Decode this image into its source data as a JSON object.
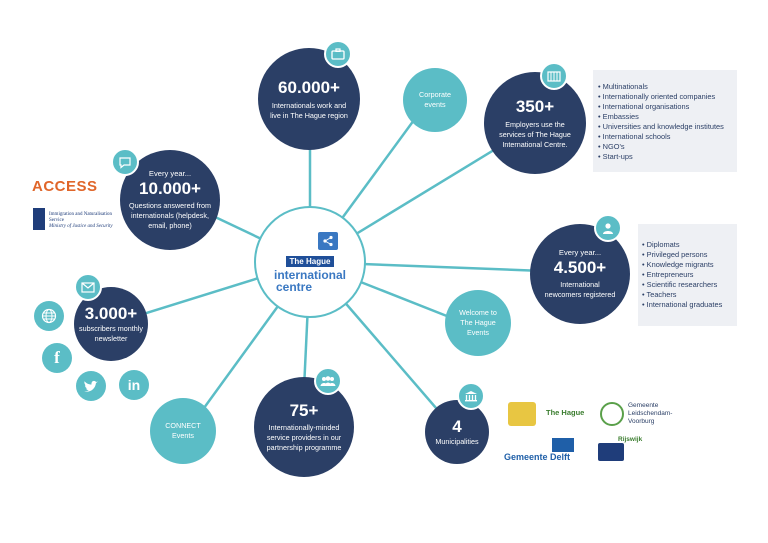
{
  "center": {
    "line1": "The Hague",
    "line2": "international",
    "line3": "centre"
  },
  "access": {
    "title": "ACCESS",
    "ind_line1": "Immigration and Naturalisation",
    "ind_line2": "Service",
    "ind_line3": "Ministry of Justice and Security"
  },
  "nodes": {
    "internationals": {
      "number": "60.000+",
      "text": "Internationals work and live in The Hague region"
    },
    "corporate": {
      "text": "Corporate events"
    },
    "employers": {
      "number": "350+",
      "text": "Employers use the services of The Hague International Centre."
    },
    "questions": {
      "prefix": "Every year...",
      "number": "10.000+",
      "text": "Questions answered from internationals (helpdesk, email, phone)"
    },
    "newcomers": {
      "prefix": "Every year...",
      "number": "4.500+",
      "text": "International newcomers registered"
    },
    "subscribers": {
      "number": "3.000+",
      "text": "subscribers monthly newsletter"
    },
    "welcome": {
      "text": "Welcome to The Hague Events"
    },
    "connect": {
      "text": "CONNECT Events"
    },
    "providers": {
      "number": "75+",
      "text": "Internationally-minded service providers in our partnership programme"
    },
    "municipalities": {
      "number": "4",
      "text": "Municipalities"
    }
  },
  "employer_types": [
    "Multinationals",
    "Internationally oriented companies",
    "International organisations",
    "Embassies",
    "Universities and knowledge institutes",
    "International schools",
    "NGO's",
    "Start-ups"
  ],
  "newcomer_types": [
    "Diplomats",
    "Privileged persons",
    "Knowledge migrants",
    "Entrepreneurs",
    "Scientific researchers",
    "Teachers",
    "International graduates"
  ],
  "municipality_logos": {
    "the_hague": "The Hague",
    "leidschendam_l1": "Gemeente",
    "leidschendam_l2": "Leidschendam-",
    "leidschendam_l3": "Voorburg",
    "delft": "Gemeente Delft",
    "rijswijk": "Rijswijk"
  },
  "social": {
    "linkedin": "in",
    "facebook": "f"
  },
  "colors": {
    "navy": "#2b3f66",
    "teal": "#5bbdc6",
    "orange": "#e0662a",
    "panel": "#eef0f4"
  }
}
